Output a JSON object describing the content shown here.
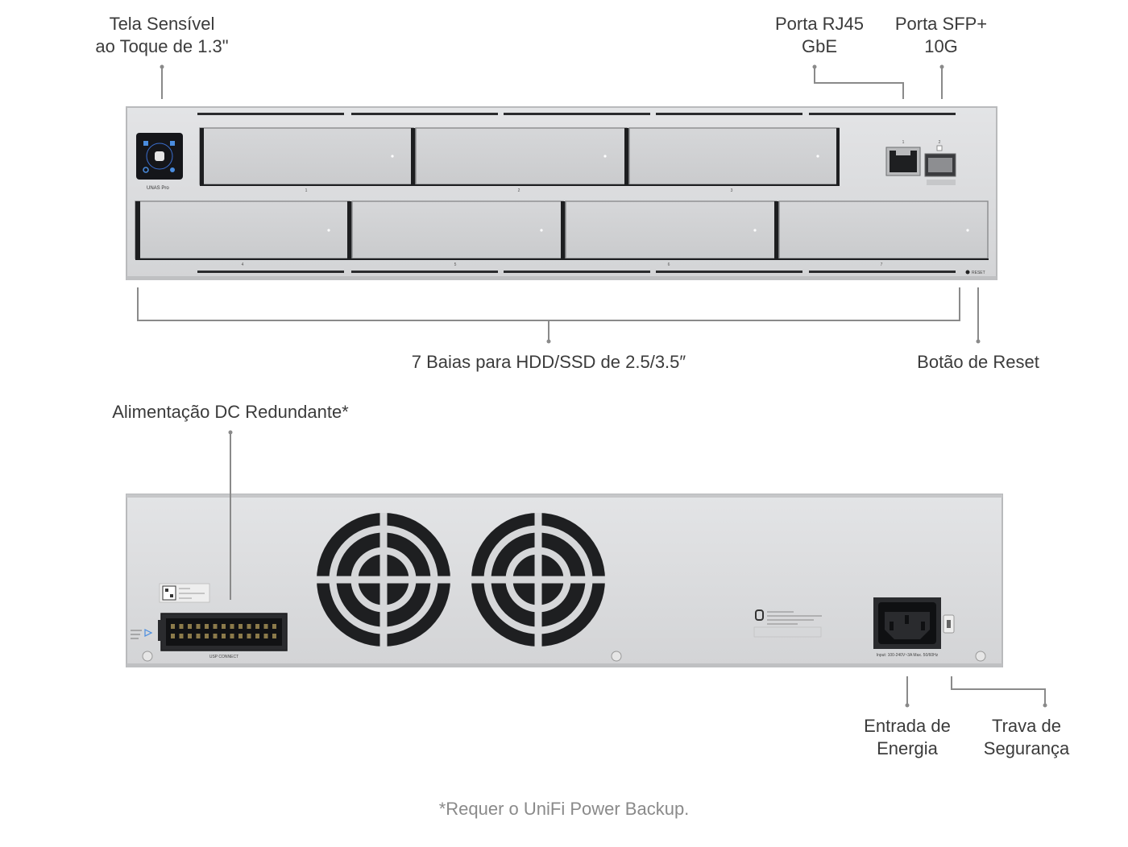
{
  "front": {
    "touchscreen_label": [
      "Tela Sensível",
      "ao Toque de 1.3\""
    ],
    "rj45_label": [
      "Porta RJ45",
      "GbE"
    ],
    "sfp_label": [
      "Porta SFP+",
      "10G"
    ],
    "bays_label": "7 Baias para HDD/SSD de 2.5/3.5″",
    "reset_label": "Botão de Reset",
    "brand_text": "UNAS Pro",
    "reset_text": "RESET",
    "bay_numbers": [
      "1",
      "2",
      "3",
      "4",
      "5",
      "6",
      "7"
    ],
    "port_numbers": [
      "1",
      "2"
    ]
  },
  "rear": {
    "dc_label": "Alimentação DC Redundante*",
    "power_label": [
      "Entrada de",
      "Energia"
    ],
    "lock_label": [
      "Trava de",
      "Segurança"
    ],
    "usp_connect_text": "USP CONNECT",
    "input_text": "Input: 100-240V~3A Max. 50/60Hz"
  },
  "footnote": "*Requer o UniFi Power Backup.",
  "colors": {
    "chassis": "#d9dadc",
    "chassis_edge": "#b9babc",
    "dark": "#1e1f21",
    "line": "#8a8a8a"
  }
}
